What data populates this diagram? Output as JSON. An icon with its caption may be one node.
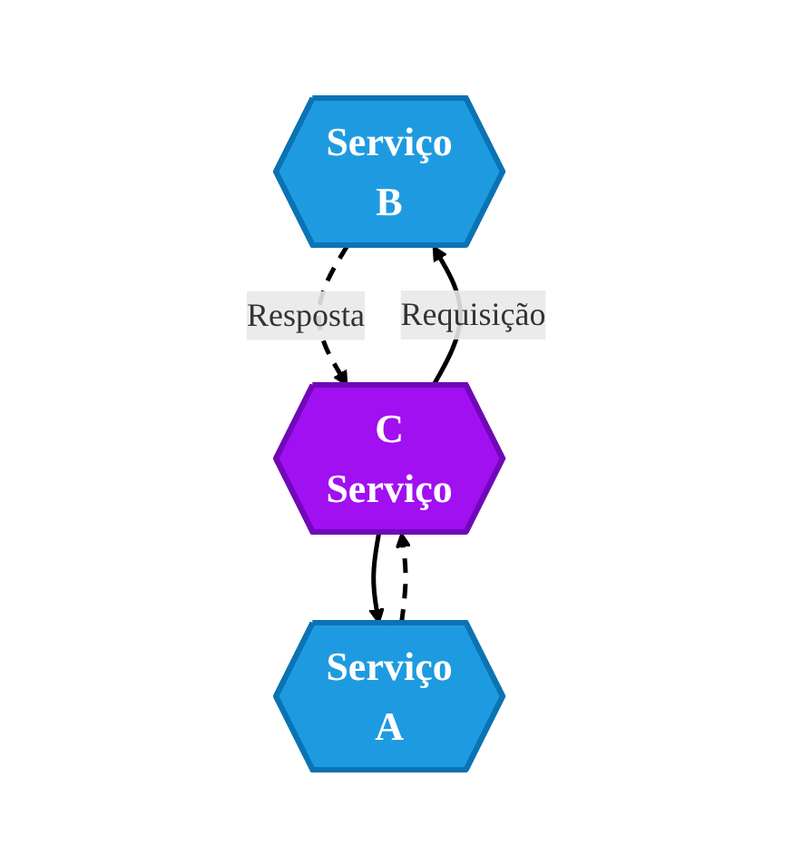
{
  "diagram": {
    "nodes": [
      {
        "text": [
          "Serviço",
          "B"
        ]
      },
      {
        "text": [
          "Serviço",
          "A"
        ]
      },
      {
        "text": [
          "C",
          "Serviço"
        ]
      }
    ],
    "edges": [
      {
        "from": 0,
        "to": 2,
        "arrow": "to",
        "style": "dashed",
        "label": "Resposta"
      },
      {
        "from": 2,
        "to": 0,
        "arrow": "to",
        "label": "Requisição"
      },
      {
        "from": 1,
        "to": 2,
        "arrow": "to",
        "style": "dashed"
      },
      {
        "from": 2,
        "to": 1,
        "arrow": "to"
      }
    ]
  }
}
